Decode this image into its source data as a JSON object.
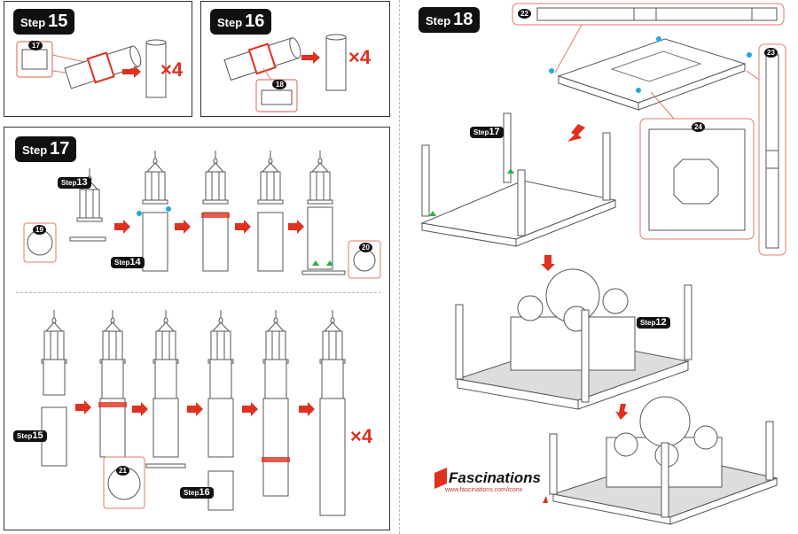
{
  "steps": {
    "s15": {
      "word": "Step",
      "num": "15"
    },
    "s16": {
      "word": "Step",
      "num": "16"
    },
    "s17": {
      "word": "Step",
      "num": "17"
    },
    "s18": {
      "word": "Step",
      "num": "18"
    }
  },
  "multiplier": "×4",
  "part_refs": {
    "p17": "17",
    "p18": "18",
    "p19": "19",
    "p20": "20",
    "p21": "21",
    "p22": "22",
    "p23": "23",
    "p24": "24"
  },
  "callouts": {
    "c13": {
      "word": "Step",
      "num": "13"
    },
    "c14": {
      "word": "Step",
      "num": "14"
    },
    "c15": {
      "word": "Step",
      "num": "15"
    },
    "c16": {
      "word": "Step",
      "num": "16"
    },
    "c17": {
      "word": "Step",
      "num": "17"
    },
    "c12": {
      "word": "Step",
      "num": "12"
    }
  },
  "brand": {
    "name": "Fascinations",
    "url": "www.fascinations.com/iconx"
  },
  "colors": {
    "accent": "#e0301e",
    "connector": "#22aadd",
    "tab": "#2fae4a"
  }
}
